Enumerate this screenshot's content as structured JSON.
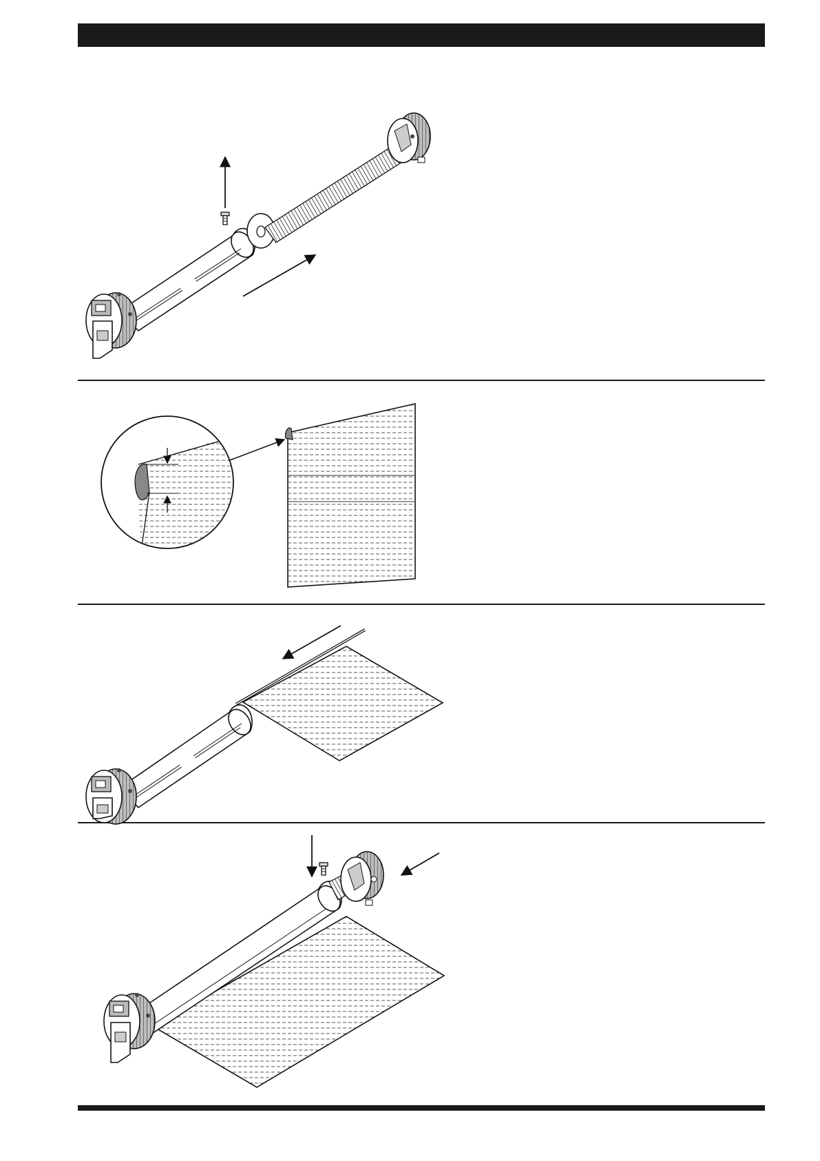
{
  "page": {
    "header_bar": {
      "color": "#1a1a1a"
    },
    "footer_bar": {
      "color": "#1a1a1a"
    }
  },
  "steps": [
    {
      "id": "step-1",
      "description_icons": [
        "screw-icon",
        "arrow-up-icon",
        "arrow-insert-icon"
      ]
    },
    {
      "id": "step-2",
      "description_icons": [
        "magnifier-circle-icon",
        "fabric-sheet-icon"
      ]
    },
    {
      "id": "step-3",
      "description_icons": [
        "arrow-slide-icon",
        "fabric-sheet-icon"
      ]
    },
    {
      "id": "step-4",
      "description_icons": [
        "arrow-down-icon",
        "arrow-insert-icon",
        "screw-icon"
      ]
    }
  ]
}
